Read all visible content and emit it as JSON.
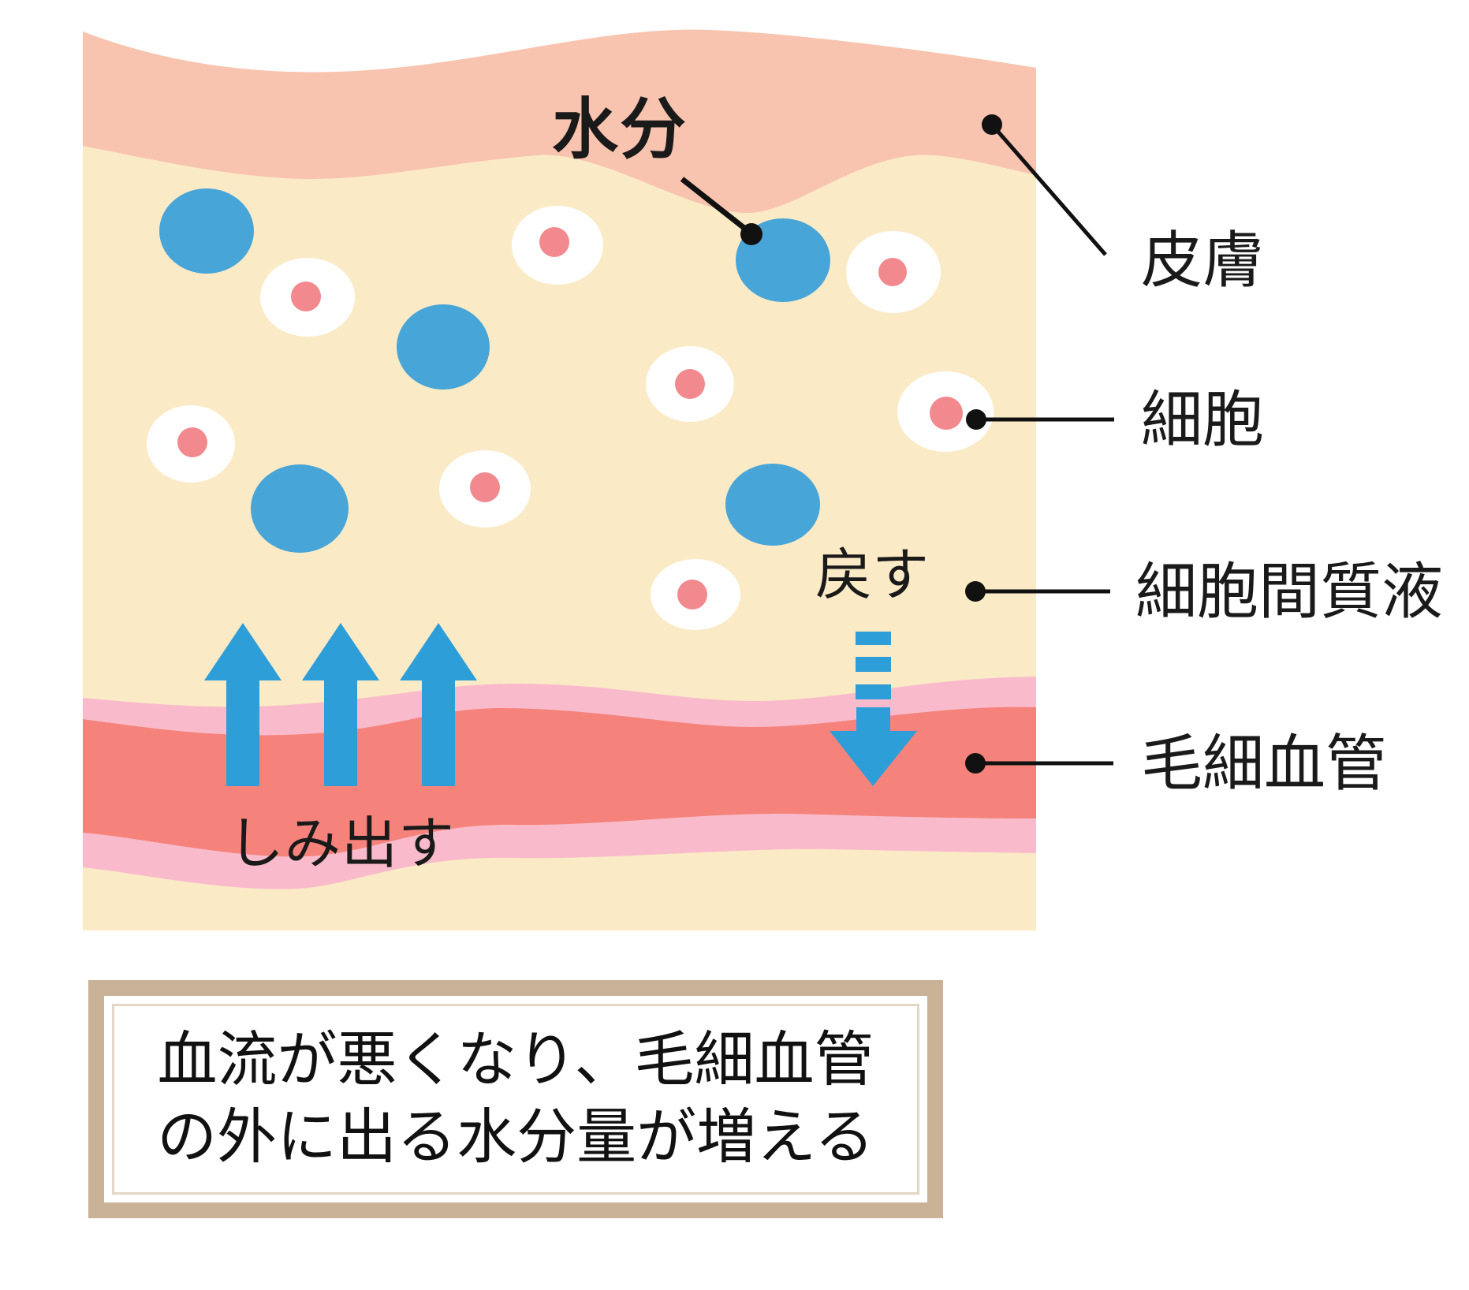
{
  "diagram": {
    "title_label": "水分",
    "side_labels": [
      {
        "text": "皮膚"
      },
      {
        "text": "細胞"
      },
      {
        "text": "細胞間質液"
      },
      {
        "text": "毛細血管"
      }
    ],
    "annotations": {
      "seep_out": "しみ出す",
      "return": "戻す"
    },
    "caption": {
      "line1": "血流が悪くなり、毛細血管",
      "line2": "の外に出る水分量が増える"
    },
    "colors": {
      "skin_pink": "#F8C3AF",
      "interstitial_cream": "#FBEAC6",
      "water_blue": "#48A5D8",
      "arrow_blue": "#2E9ED9",
      "cell_white": "#FFFFFF",
      "nucleus_pink": "#F1898E",
      "vessel_light_pink": "#F9BBCB",
      "vessel_coral": "#F5837B",
      "box_border_tan": "#C9B296",
      "line_black": "#111111"
    }
  }
}
